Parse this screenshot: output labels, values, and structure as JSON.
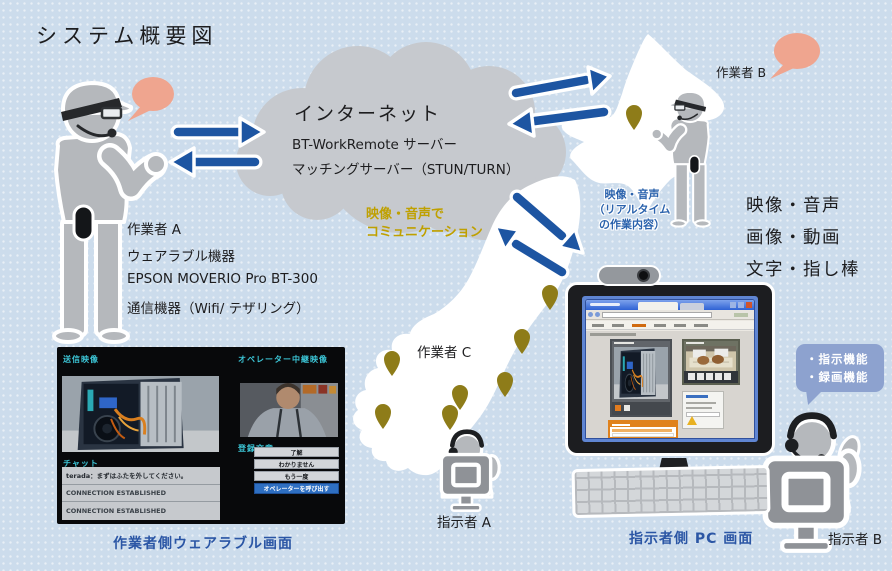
{
  "title": "システム概要図",
  "colors": {
    "background": "#ccdcec",
    "arrow_blue": "#1d55a2",
    "caption_blue": "#2b56a5",
    "pin_olive": "#8e7c19",
    "bubble_pink": "#efa58f",
    "cloud_gray": "#c6c9ce",
    "comm_yellow": "#bfa000",
    "badge_blue": "#8da2cf",
    "label_cyan": "#3cc5d6"
  },
  "cloud": {
    "title": "インターネット",
    "server1": "BT-WorkRemote サーバー",
    "server2": "マッチングサーバー（STUN/TURN）"
  },
  "comm_note": {
    "line1": "映像・音声で",
    "line2": "コミュニケーション"
  },
  "realtime_note": {
    "line1": "映像・音声",
    "line2": "（リアルタイム",
    "line3": "の作業内容）"
  },
  "worker_a": {
    "name": "作業者 A",
    "equip1": "ウェアラブル機器",
    "equip2": "EPSON MOVERIO Pro BT-300",
    "equip3": "通信機器（Wifi/ テザリング）"
  },
  "worker_b": {
    "name": "作業者 B"
  },
  "worker_c": {
    "name": "作業者 C"
  },
  "media_list": {
    "item1": "映像・音声",
    "item2": "画像・動画",
    "item3": "文字・指し棒"
  },
  "badge": {
    "line1": "・指示機能",
    "line2": "・録画機能"
  },
  "instructor_a": {
    "name": "指示者 A"
  },
  "instructor_b": {
    "name": "指示者 B"
  },
  "wearable_screen": {
    "caption": "作業者側ウェアラブル画面",
    "send_video_label": "送信映像",
    "relay_video_label": "オペレーター中継映像",
    "preset_label": "登録文章",
    "buttons": {
      "b1": "了解",
      "b2": "わかりません",
      "b3": "もう一度",
      "call": "オペレーターを呼び出す"
    },
    "chat_label": "チャット",
    "chat": {
      "m1": "terada：まずはふたを外してください。",
      "m2": "CONNECTION ESTABLISHED",
      "m3": "CONNECTION ESTABLISHED"
    }
  },
  "pc_screen": {
    "caption": "指示者側 PC 画面"
  }
}
